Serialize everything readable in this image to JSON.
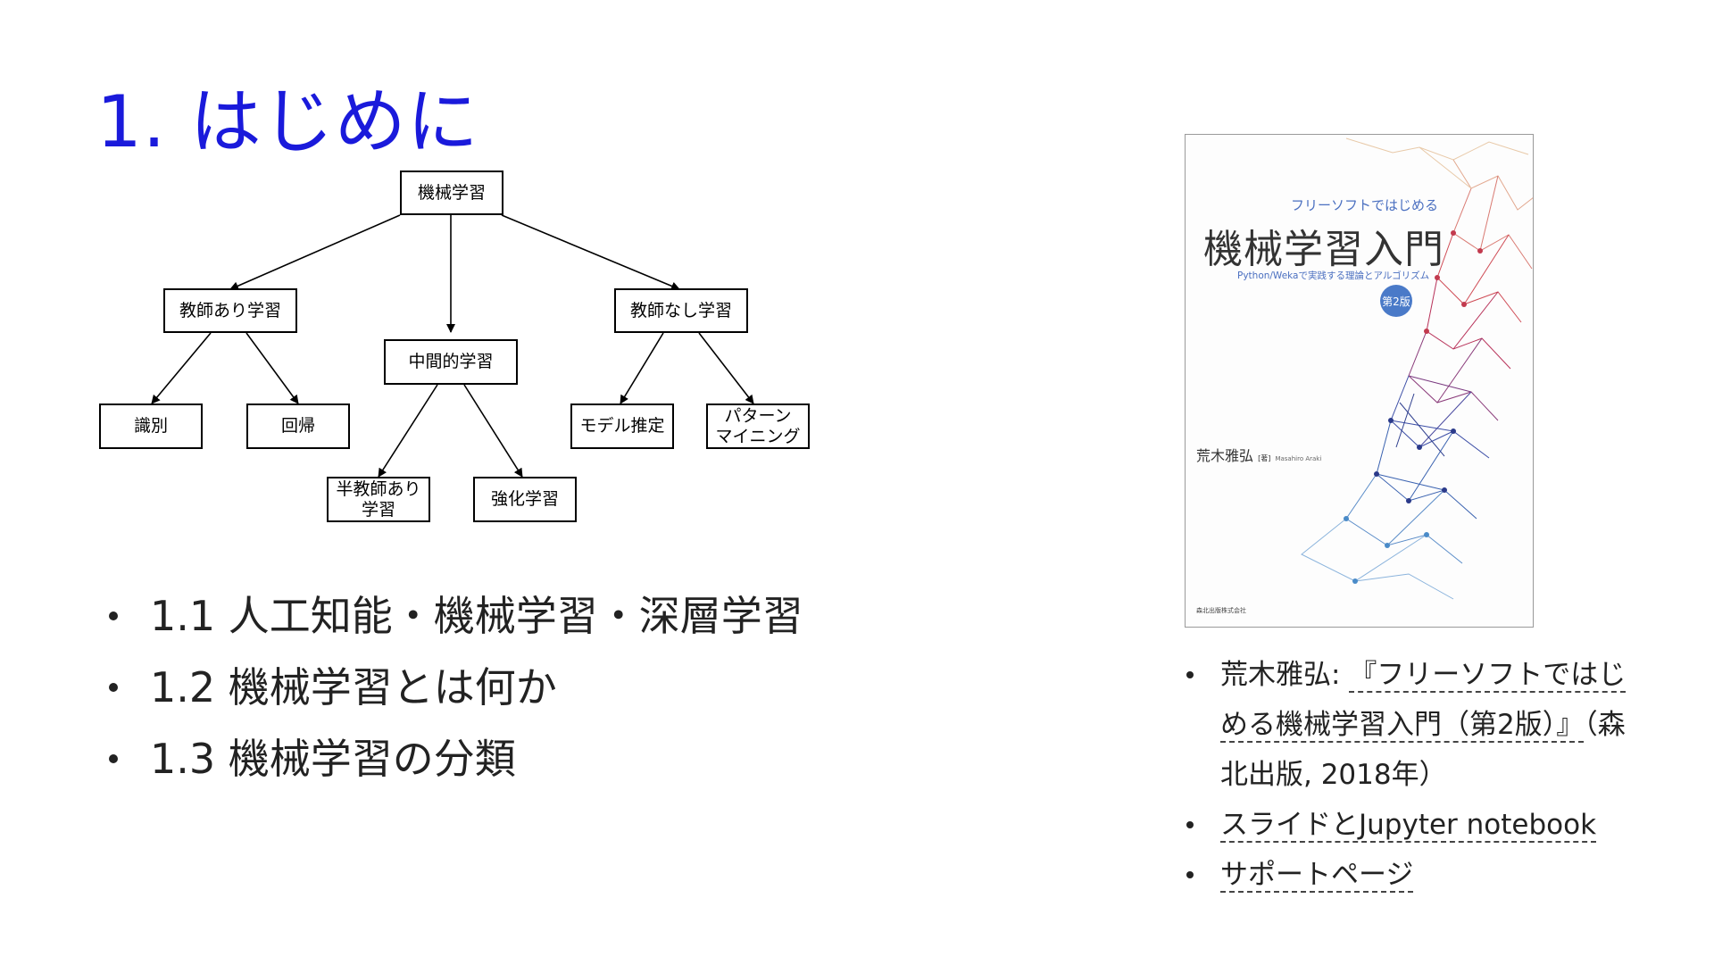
{
  "slide": {
    "title": "1. はじめに"
  },
  "diagram": {
    "root": "機械学習",
    "supervised": "教師あり学習",
    "intermediate": "中間的学習",
    "unsupervised": "教師なし学習",
    "classification": "識別",
    "regression": "回帰",
    "semi_supervised": [
      "半教師あり",
      "学習"
    ],
    "reinforcement": "強化学習",
    "model_estimation": "モデル推定",
    "pattern_mining": [
      "パターン",
      "マイニング"
    ]
  },
  "topics": [
    "1.1 人工知能・機械学習・深層学習",
    "1.2 機械学習とは何か",
    "1.3 機械学習の分類"
  ],
  "book": {
    "series": "フリーソフトではじめる",
    "title": "機械学習入門",
    "subtitle": "Python/Wekaで実践する理論とアルゴリズム",
    "edition": "第2版",
    "author": "荒木雅弘",
    "author_role": "[著]",
    "author_roman": "Masahiro Araki",
    "publisher": "森北出版株式会社"
  },
  "references": {
    "book_author": "荒木雅弘: ",
    "book_title_link": "『フリーソフトではじめる機械学習入門（第2版）』",
    "book_after": "（森北出版, 2018年）",
    "slides_link": "スライドとJupyter notebook",
    "support_link": "サポートページ"
  },
  "colors": {
    "title": "#1a1adb",
    "book_accent": "#4a6fc0"
  }
}
